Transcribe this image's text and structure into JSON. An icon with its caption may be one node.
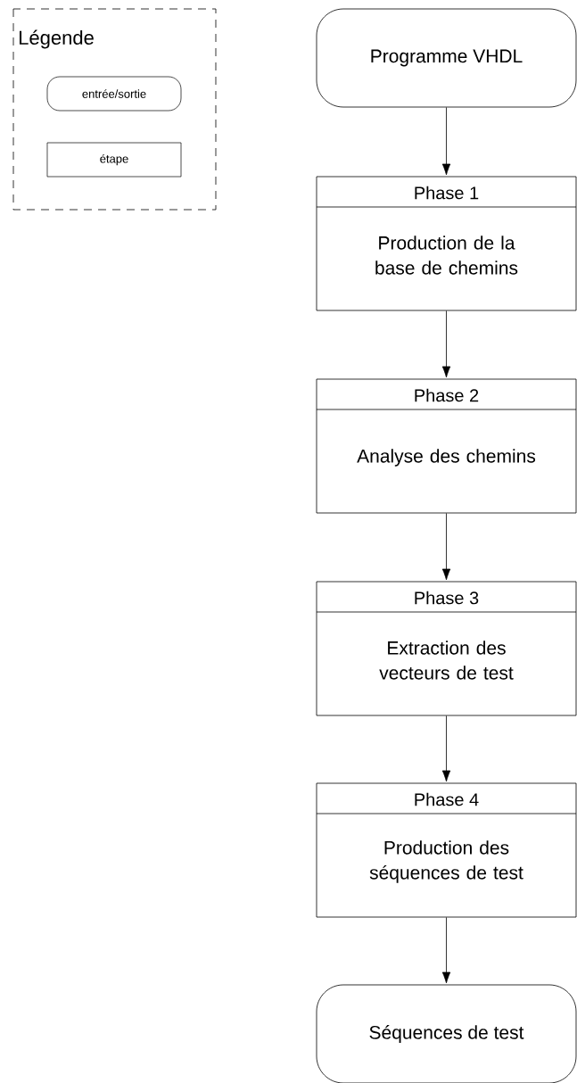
{
  "diagram": {
    "nodes": [
      {
        "text": [
          "Programme VHDL"
        ]
      },
      {
        "text": [
          "Phase 1",
          "Production de la base de chemins"
        ]
      },
      {
        "text": [
          "Phase 2",
          "Analyse des chemins"
        ]
      },
      {
        "text": [
          "Phase 3",
          "Extraction des vecteurs de test"
        ]
      },
      {
        "text": [
          "Phase 4",
          "Production des séquences de test"
        ]
      },
      {
        "text": [
          "Séquences de test"
        ]
      }
    ],
    "edges": [
      {
        "from": 0,
        "to": 1,
        "arrow": "to"
      },
      {
        "from": 1,
        "to": 2,
        "arrow": "to"
      },
      {
        "from": 2,
        "to": 3,
        "arrow": "to"
      },
      {
        "from": 3,
        "to": 4,
        "arrow": "to"
      },
      {
        "from": 4,
        "to": 5,
        "arrow": "to"
      }
    ],
    "labels": [
      "Légende"
    ],
    "legend": [
      {
        "text": "entrée/sortie"
      },
      {
        "text": "étape"
      }
    ]
  }
}
